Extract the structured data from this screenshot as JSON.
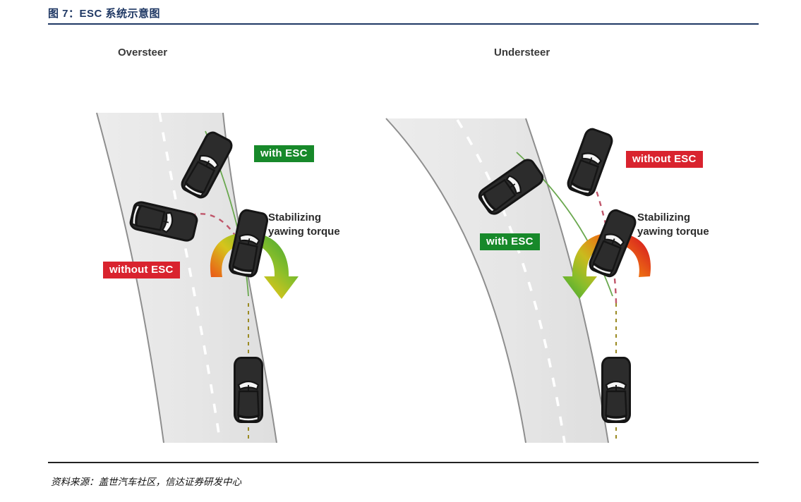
{
  "figure": {
    "title": "图 7：ESC 系统示意图",
    "source": "资料来源：盖世汽车社区，信达证券研发中心",
    "title_color": "#1f3864"
  },
  "panels": [
    {
      "id": "oversteer",
      "heading": "Oversteer",
      "badges": [
        {
          "id": "with-esc",
          "label": "with ESC",
          "color": "#17892a",
          "text_color": "#ffffff"
        },
        {
          "id": "without-esc",
          "label": "without ESC",
          "color": "#d9232e",
          "text_color": "#ffffff"
        }
      ],
      "torque_label_line1": "Stabilizing",
      "torque_label_line2": "yawing torque",
      "torque_arrow_direction": "clockwise",
      "cars": 4,
      "road_color": "#e8e8e8",
      "with_esc_path_color": "#5aa84f",
      "without_esc_path_color": "#c0576b"
    },
    {
      "id": "understeer",
      "heading": "Understeer",
      "badges": [
        {
          "id": "with-esc",
          "label": "with ESC",
          "color": "#17892a",
          "text_color": "#ffffff"
        },
        {
          "id": "without-esc",
          "label": "without ESC",
          "color": "#d9232e",
          "text_color": "#ffffff"
        }
      ],
      "torque_label_line1": "Stabilizing",
      "torque_label_line2": "yawing torque",
      "torque_arrow_direction": "counter-clockwise",
      "cars": 4,
      "road_color": "#e8e8e8",
      "with_esc_path_color": "#5aa84f",
      "without_esc_path_color": "#c0576b"
    }
  ]
}
